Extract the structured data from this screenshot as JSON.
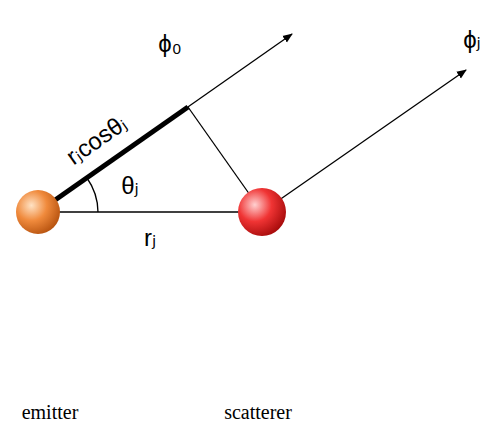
{
  "diagram": {
    "labels": [
      "ϕ₀",
      "ϕⱼ",
      "rⱼcosθⱼ",
      "θⱼ",
      "rⱼ",
      "emitter",
      "scatterer"
    ]
  }
}
